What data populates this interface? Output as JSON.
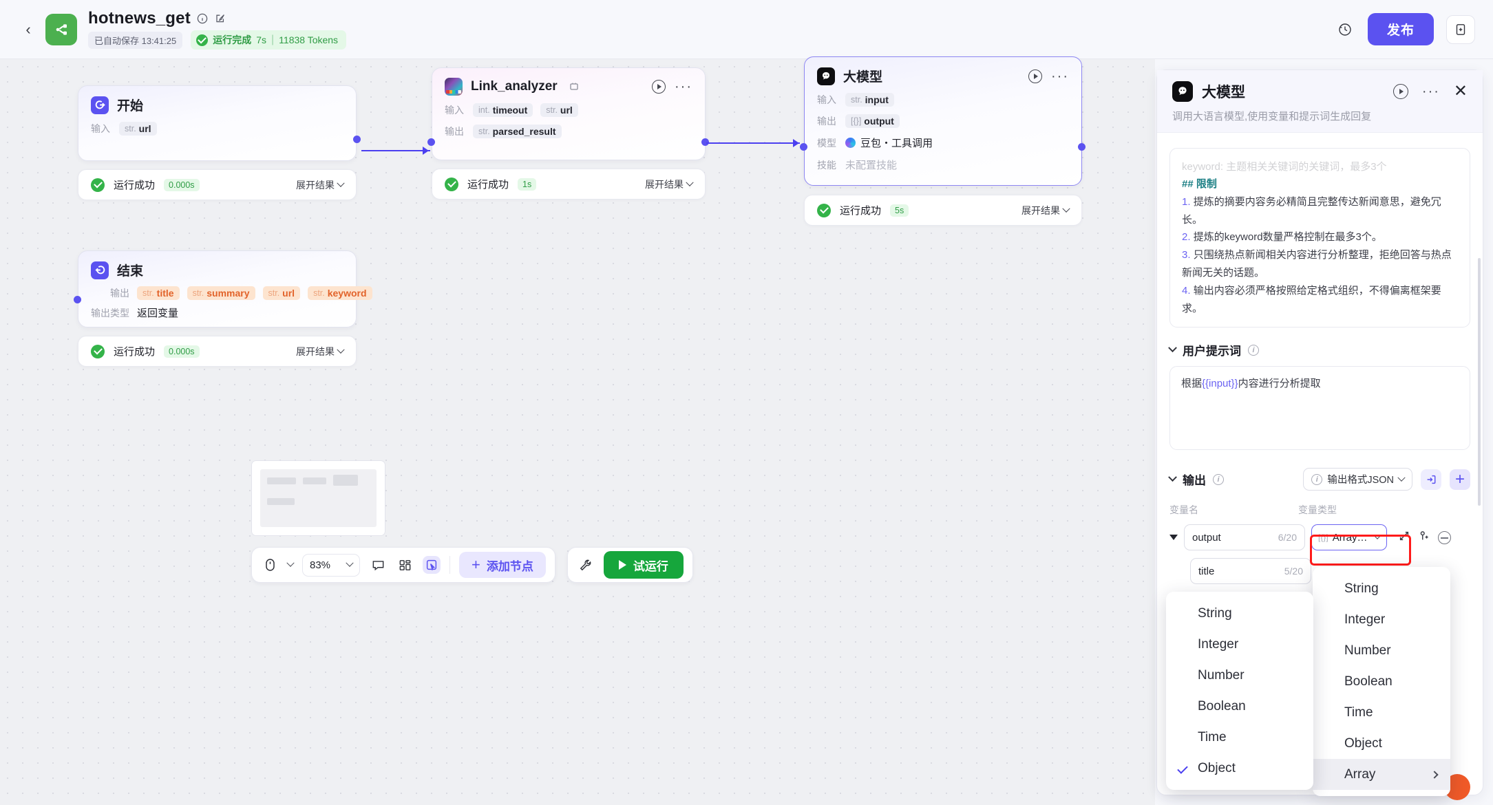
{
  "header": {
    "back_icon": "chevron-left-icon",
    "logo_icon": "workflow-logo-icon",
    "title": "hotnews_get",
    "info_icon": "info-icon",
    "edit_icon": "edit-pencil-icon",
    "autosave": "已自动保存 13:41:25",
    "run_status": "运行完成",
    "run_duration": "7s",
    "run_tokens": "11838 Tokens",
    "history_icon": "history-clock-icon",
    "publish_label": "发布",
    "duplicate_icon": "duplicate-panel-icon"
  },
  "canvas": {
    "nodes": [
      {
        "id": "start",
        "icon": "start-node-icon",
        "title": "开始",
        "rows": [
          {
            "label": "输入",
            "chips": [
              {
                "type": "str.",
                "name": "url"
              }
            ]
          }
        ],
        "status": {
          "text": "运行成功",
          "time": "0.000s",
          "expand": "展开结果"
        }
      },
      {
        "id": "link_analyzer",
        "icon": "plugin-node-icon",
        "title": "Link_analyzer",
        "badge_icon": "plugin-badge-icon",
        "rows": [
          {
            "label": "输入",
            "chips": [
              {
                "type": "int.",
                "name": "timeout"
              },
              {
                "type": "str.",
                "name": "url"
              }
            ]
          },
          {
            "label": "输出",
            "chips": [
              {
                "type": "str.",
                "name": "parsed_result"
              }
            ]
          }
        ],
        "status": {
          "text": "运行成功",
          "time": "1s",
          "expand": "展开结果"
        }
      },
      {
        "id": "llm",
        "icon": "llm-node-icon",
        "title": "大模型",
        "rows": [
          {
            "label": "输入",
            "chips": [
              {
                "type": "str.",
                "name": "input"
              }
            ]
          },
          {
            "label": "输出",
            "chips": [
              {
                "type": "[{}]",
                "name": "output"
              }
            ]
          },
          {
            "label": "模型",
            "value": "豆包・工具调用"
          },
          {
            "label": "技能",
            "value": "未配置技能",
            "muted": true
          }
        ],
        "status": {
          "text": "运行成功",
          "time": "5s",
          "expand": "展开结果"
        }
      },
      {
        "id": "end",
        "icon": "end-node-icon",
        "title": "结束",
        "rows": [
          {
            "label": "输出",
            "chips": [
              {
                "type": "str.",
                "name": "title"
              },
              {
                "type": "str.",
                "name": "summary"
              },
              {
                "type": "str.",
                "name": "url"
              },
              {
                "type": "str.",
                "name": "keyword"
              }
            ]
          },
          {
            "label": "输出类型",
            "value": "返回变量"
          }
        ],
        "status": {
          "text": "运行成功",
          "time": "0.000s",
          "expand": "展开结果"
        }
      }
    ]
  },
  "toolbar": {
    "cursor_icon": "mouse-pointer-icon",
    "zoom_level": "83%",
    "comment_icon": "comment-icon",
    "layout_icon": "grid-layout-icon",
    "select_icon": "frame-select-icon",
    "add_node_label": "添加节点",
    "wrench_icon": "wrench-icon",
    "test_run_label": "试运行"
  },
  "panel": {
    "icon": "llm-node-icon",
    "title": "大模型",
    "play_icon": "play-circle-icon",
    "more_icon": "more-dots-icon",
    "close_icon": "close-icon",
    "subtitle": "调用大语言模型,使用变量和提示词生成回复",
    "system_prompt": {
      "clipped_line": "keyword: 主题相关关键词的关键词，最多3个",
      "heading": "## 限制",
      "items": [
        {
          "n": "1.",
          "text": "提炼的摘要内容务必精简且完整传达新闻意思，避免冗长。"
        },
        {
          "n": "2.",
          "text": "提炼的keyword数量严格控制在最多3个。"
        },
        {
          "n": "3.",
          "text": "只围绕热点新闻相关内容进行分析整理，拒绝回答与热点新闻无关的话题。"
        },
        {
          "n": "4.",
          "text": "输出内容必须严格按照给定格式组织，不得偏离框架要求。"
        }
      ]
    },
    "user_prompt": {
      "section_title": "用户提示词",
      "info_icon": "info-icon",
      "text_prefix": "根据",
      "text_var": "{{input}}",
      "text_suffix": "内容进行分析提取"
    },
    "output": {
      "section_title": "输出",
      "info_icon": "info-icon",
      "format_pill": "输出格式JSON",
      "import_icon": "import-icon",
      "add_icon": "plus-icon",
      "col_name": "变量名",
      "col_type": "变量类型",
      "rows": [
        {
          "name": "output",
          "count": "6/20",
          "type": "Array…",
          "type_prefix": "[{}]",
          "level": 0,
          "selected_type_border": true
        },
        {
          "name": "title",
          "count": "5/20",
          "level": 1
        }
      ],
      "row_icons": [
        "expand-arrows-icon",
        "add-child-icon",
        "remove-circle-icon"
      ]
    },
    "dropdown_primary": {
      "items": [
        "String",
        "Integer",
        "Number",
        "Boolean",
        "Time",
        "Object"
      ],
      "selected": "Object"
    },
    "dropdown_secondary": {
      "items": [
        "String",
        "Integer",
        "Number",
        "Boolean",
        "Time",
        "Object",
        "Array"
      ],
      "highlighted": "Array",
      "submenu_arrow": "chevron-right-icon"
    }
  }
}
